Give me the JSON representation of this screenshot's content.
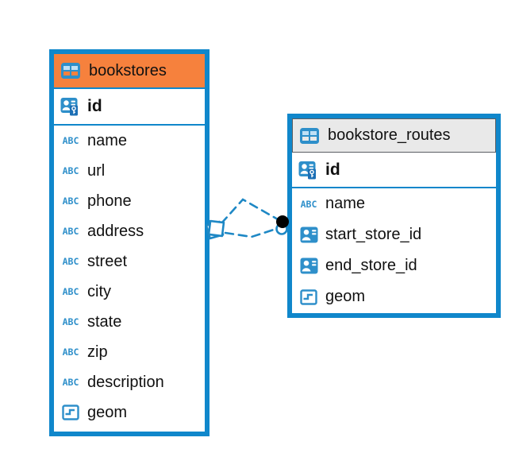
{
  "colors": {
    "accent": "#1087CB",
    "icon_blue": "#2E8FCA",
    "icon_cell_light": "#BFE0F5",
    "key_badge_blue": "#1B6FB5",
    "bookstores_header": "#F6813D",
    "routes_header": "#E9E9E9",
    "routes_header_border": "#5A5E63",
    "relationship_line": "#1E88C5",
    "dot_marker": "#000000"
  },
  "icons": {
    "table": "table-grid-icon",
    "primary_key": "person-key-icon",
    "text_type": "abc-icon",
    "foreign_key": "person-card-icon",
    "geometry_type": "geometry-icon",
    "abc_label": "ABC"
  },
  "tables": {
    "bookstores": {
      "title": "bookstores",
      "primary_key": "id",
      "columns": [
        "name",
        "url",
        "phone",
        "address",
        "street",
        "city",
        "state",
        "zip",
        "description",
        "geom"
      ]
    },
    "bookstore_routes": {
      "title": "bookstore_routes",
      "primary_key": "id",
      "columns": [
        "name",
        "start_store_id",
        "end_store_id",
        "geom"
      ]
    }
  },
  "relationships": [
    {
      "from_table": "bookstores",
      "to_table": "bookstore_routes",
      "to_column": "start_store_id",
      "style": "dashed",
      "parent_marker": "diamond",
      "child_marker": "dot"
    },
    {
      "from_table": "bookstores",
      "to_table": "bookstore_routes",
      "to_column": "end_store_id",
      "style": "dashed",
      "parent_marker": "diamond",
      "child_marker": "dot"
    }
  ]
}
